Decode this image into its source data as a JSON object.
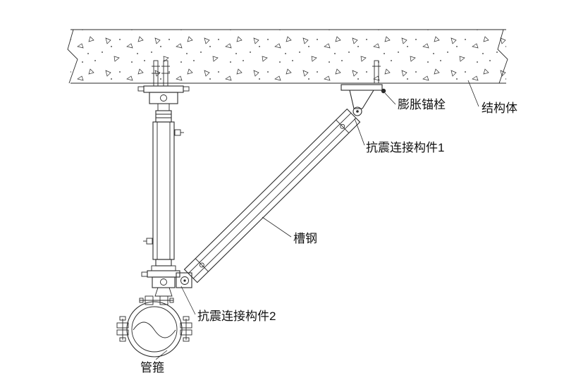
{
  "drawing": {
    "labels": {
      "expansion_anchor": "膨胀锚栓",
      "structure_body": "结构体",
      "seismic_connector_1": "抗震连接构件1",
      "channel_steel": "槽钢",
      "seismic_connector_2": "抗震连接构件2",
      "pipe_clamp": "管箍"
    },
    "colors": {
      "line": "#2a2a2a",
      "background": "#ffffff",
      "text": "#111111"
    }
  }
}
